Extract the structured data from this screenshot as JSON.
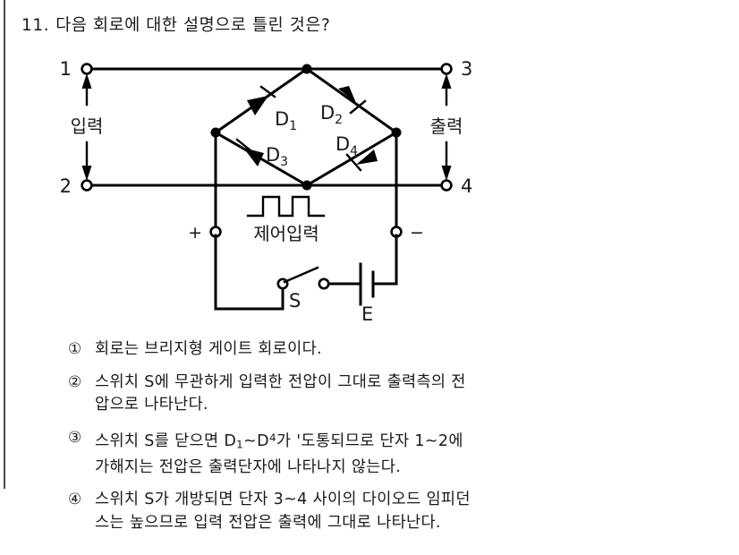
{
  "document": {
    "type": "exam-question",
    "language": "ko"
  },
  "question": {
    "number": "11.",
    "text": "다음 회로에 대한 설명으로 틀린 것은?"
  },
  "figure": {
    "name": "bridge-gate-circuit",
    "terminals": {
      "t1": "1",
      "t2": "2",
      "t3": "3",
      "t4": "4"
    },
    "labels": {
      "input": "입력",
      "output": "출력",
      "control_input": "제어입력",
      "plus": "+",
      "minus": "−",
      "switch": "S",
      "battery": "E"
    },
    "diodes": [
      {
        "name": "D1",
        "base": "D",
        "sub": "1"
      },
      {
        "name": "D2",
        "base": "D",
        "sub": "2"
      },
      {
        "name": "D3",
        "base": "D",
        "sub": "3"
      },
      {
        "name": "D4",
        "base": "D",
        "sub": "4"
      }
    ]
  },
  "options": [
    {
      "marker": "①",
      "text": "회로는 브리지형 게이트 회로이다."
    },
    {
      "marker": "②",
      "text": "스위치 S에 무관하게 입력한 전압이 그대로 출력측의 전\n압으로 나타난다."
    },
    {
      "marker": "③",
      "text_parts": [
        {
          "t": "스위치 S를 닫으면 D"
        },
        {
          "t": "1",
          "style": "sub"
        },
        {
          "t": "~D"
        },
        {
          "t": "4",
          "style": "sup"
        },
        {
          "t": "가 '도통되므로 단자 1~2에\n가해지는 전압은 출력단자에 나타나지 않는다."
        }
      ],
      "text": "스위치 S를 닫으면 D1~D4가 '도통되므로 단자 1~2에 가해지는 전압은 출력단자에 나타나지 않는다."
    },
    {
      "marker": "④",
      "text": "스위치 S가 개방되면 단자 3~4 사이의 다이오드 임피던\n스는 높으므로 입력 전압은 출력에 그대로 나타난다."
    }
  ],
  "colors": {
    "ink": "#1a1a1a",
    "rule": "#4a4a4a",
    "background": "#ffffff"
  }
}
